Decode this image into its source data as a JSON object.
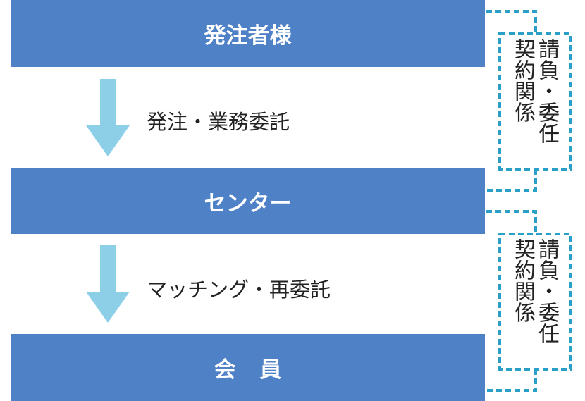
{
  "boxes": {
    "client": "発注者様",
    "center": "センター",
    "member": "会員"
  },
  "steps": {
    "first": "発注・業務委託",
    "second": "マッチング・再委託"
  },
  "relations": {
    "upper": {
      "line1": "請負・委任",
      "line2": "契約関係"
    },
    "lower": {
      "line1": "請負・委任",
      "line2": "契約関係"
    }
  },
  "colors": {
    "box_fill": "#4f81c7",
    "arrow_fill": "#8ecfe8",
    "dashed_line": "#2a9fc8",
    "box_text": "#ffffff"
  }
}
